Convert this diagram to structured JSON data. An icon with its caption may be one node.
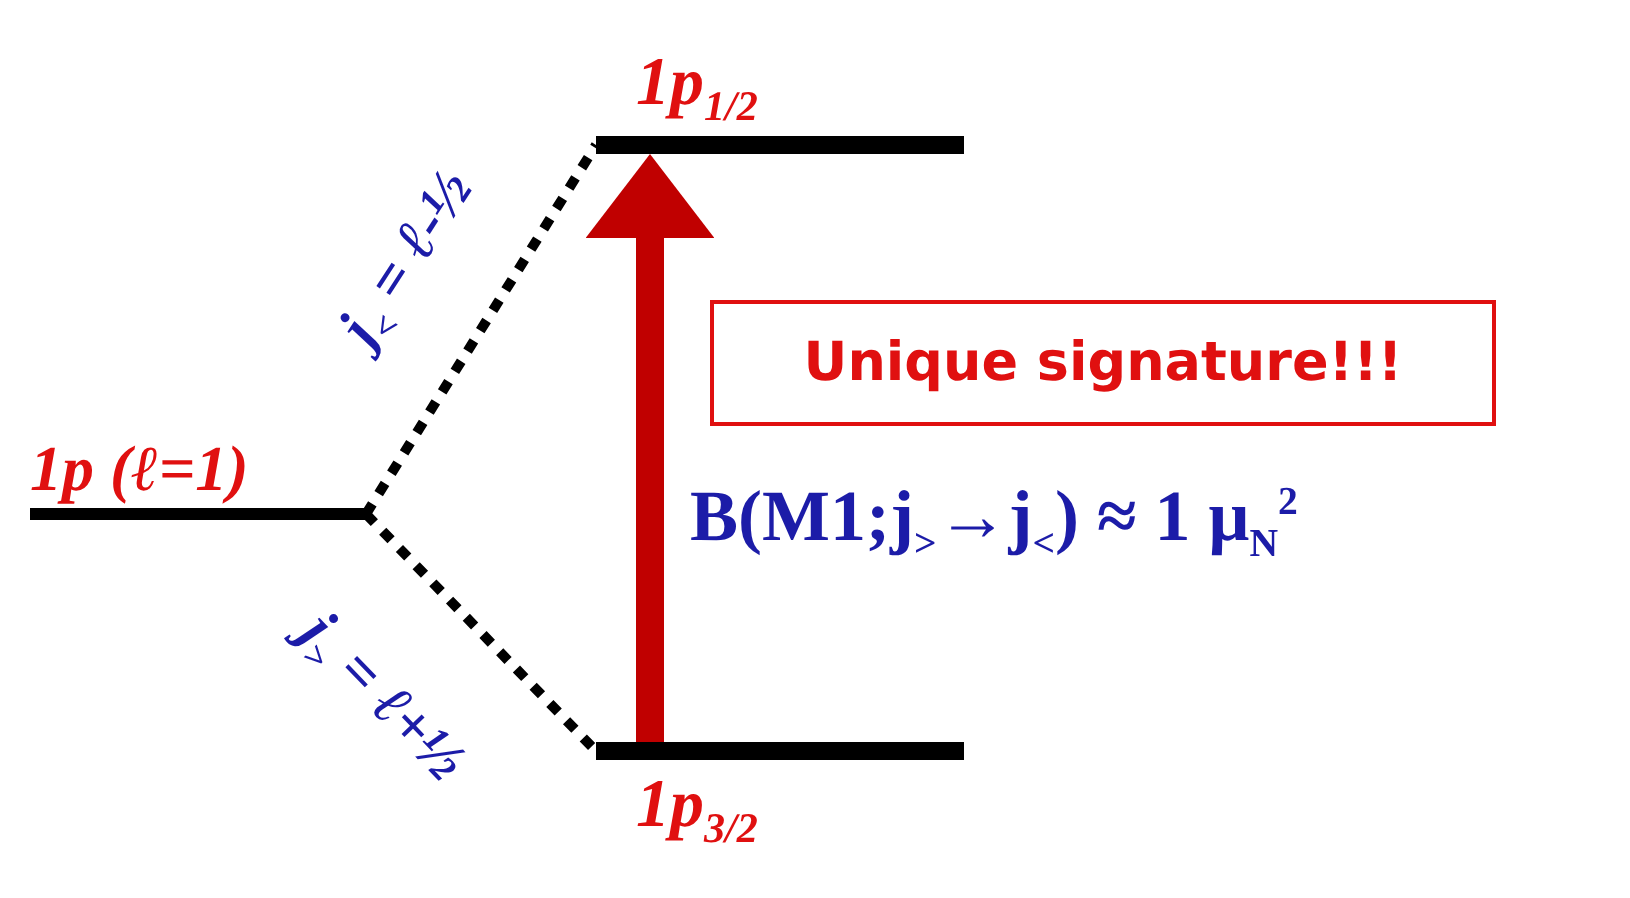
{
  "diagram": {
    "nodes": [
      {
        "text": [
          "1p (ℓ=1)"
        ]
      },
      {
        "text": [
          "1p$_{1/2}$"
        ]
      },
      {
        "text": [
          "1p$_{3/2}$"
        ]
      },
      {
        "text": [
          "Unique signature!!!"
        ]
      }
    ],
    "edges": [
      {
        "from": 0,
        "to": 1,
        "arrow": "none",
        "style": "dashed",
        "label": "j$_{<}$ = ℓ-½"
      },
      {
        "from": 0,
        "to": 2,
        "arrow": "none",
        "style": "dashed",
        "label": "j$_{>}$ = ℓ+½"
      },
      {
        "from": 2,
        "to": 1,
        "arrow": "to",
        "style": "thick",
        "color": "#c00000"
      }
    ],
    "labels": [
      "B(M1;j$_{>}$→j$_{<}$) ≈ 1 μ$_{N}$$^{2}$"
    ]
  }
}
